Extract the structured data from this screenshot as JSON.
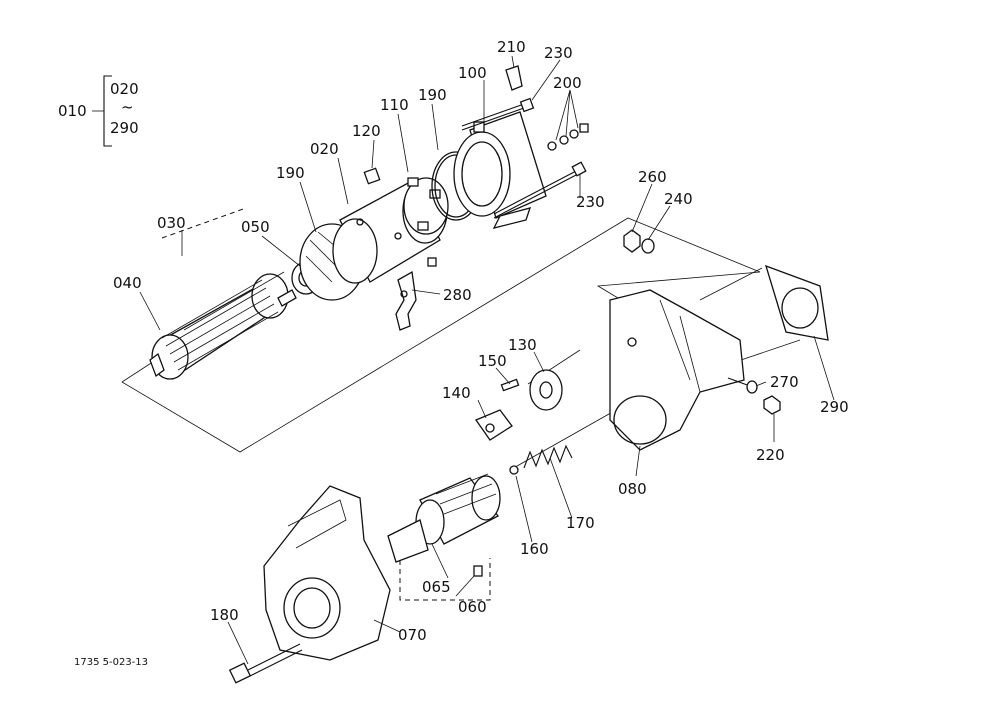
{
  "diagram": {
    "reference_code": "1735 5-023-13",
    "group": {
      "assembly": "010",
      "range_from": "020",
      "range_sep": "~",
      "range_to": "290"
    },
    "parts": {
      "p020": "020",
      "p030": "030",
      "p040": "040",
      "p050": "050",
      "p060": "060",
      "p065": "065",
      "p070": "070",
      "p080": "080",
      "p100": "100",
      "p110": "110",
      "p120": "120",
      "p130": "130",
      "p140": "140",
      "p150": "150",
      "p160": "160",
      "p170": "170",
      "p180": "180",
      "p190a": "190",
      "p190b": "190",
      "p200": "200",
      "p210": "210",
      "p220": "220",
      "p230a": "230",
      "p230b": "230",
      "p240": "240",
      "p260": "260",
      "p270": "270",
      "p280": "280",
      "p290": "290"
    }
  }
}
